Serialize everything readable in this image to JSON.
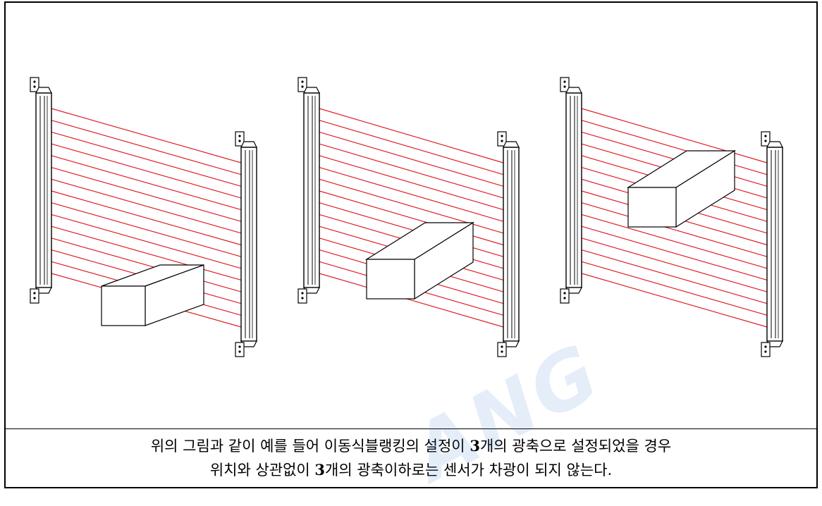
{
  "caption": {
    "line1_a": "위의 그림과 같이 예를 들어 이동식블랭킹의 설정이 ",
    "line1_num": "3",
    "line1_b": "개의 광축으로 설정되었을 경우",
    "line2_a": "위치와 상관없이 ",
    "line2_num": "3",
    "line2_b": "개의 광축이하로는 센서가 차광이 되지 않는다."
  },
  "watermark": "ANG",
  "colors": {
    "beam": "#e0202a",
    "outline": "#000000",
    "watermark": "#2f6fd6"
  },
  "figure": {
    "panels": [
      {
        "name": "panel-object-low",
        "beam_count": 15,
        "object_position": "bottom"
      },
      {
        "name": "panel-object-middle",
        "beam_count": 15,
        "object_position": "middle"
      },
      {
        "name": "panel-object-high",
        "beam_count": 15,
        "object_position": "top"
      }
    ]
  }
}
